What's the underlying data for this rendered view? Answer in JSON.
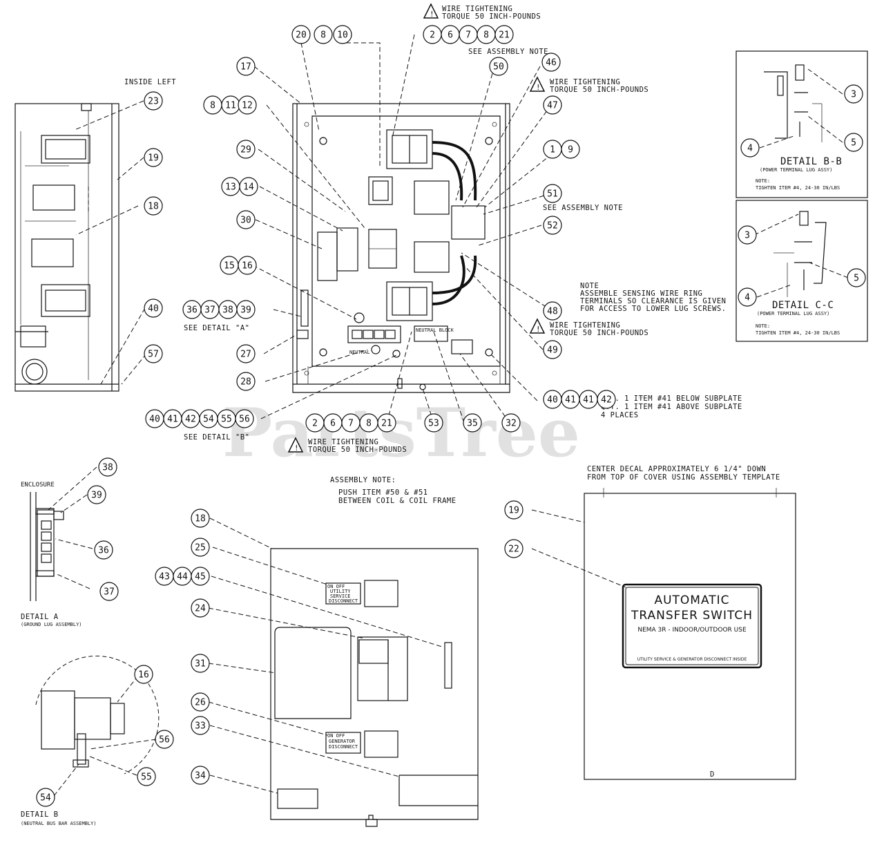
{
  "watermark": {
    "text": "PartsTree",
    "tm": "™"
  },
  "notes": {
    "wire_torque_top_1": "WIRE TIGHTENING",
    "wire_torque_top_2": "TORQUE 50 INCH-POUNDS",
    "see_assembly_note_top": "SEE ASSEMBLY NOTE",
    "wire_torque_right_1": "WIRE TIGHTENING",
    "wire_torque_right_2": "TORQUE 50 INCH-POUNDS",
    "see_assembly_note_mid": "SEE ASSEMBLY NOTE",
    "sense_note_1": "NOTE",
    "sense_note_2": "ASSEMBLE SENSING WIRE RING",
    "sense_note_3": "TERMINALS SO CLEARANCE IS GIVEN",
    "sense_note_4": "FOR ACCESS TO LOWER LUG SCREWS.",
    "wire_torque_low_1": "WIRE TIGHTENING",
    "wire_torque_low_2": "TORQUE 50 INCH-POUNDS",
    "wire_torque_bottom_1": "WIRE TIGHTENING",
    "wire_torque_bottom_2": "TORQUE 50 INCH-POUNDS",
    "qty_1": "QTY. 1 ITEM #41 BELOW SUBPLATE",
    "qty_2": "QTY. 1 ITEM #41 ABOVE SUBPLATE",
    "qty_3": "4 PLACES",
    "see_detail_a": "SEE DETAIL \"A\"",
    "see_detail_b": "SEE DETAIL \"B\"",
    "inside_left": "INSIDE LEFT",
    "enclosure": "ENCLOSURE",
    "assembly_note_title": "ASSEMBLY NOTE:",
    "assembly_note_1": "PUSH ITEM #50 & #51",
    "assembly_note_2": "BETWEEN COIL & COIL FRAME",
    "center_decal_1": "CENTER DECAL APPROXIMATELY 6 1/4\" DOWN",
    "center_decal_2": "FROM TOP OF COVER USING ASSEMBLY TEMPLATE",
    "detail_a_title": "DETAIL A",
    "detail_a_sub": "(GROUND LUG ASSEMBLY)",
    "detail_b_title": "DETAIL B",
    "detail_b_sub": "(NEUTRAL BUS BAR ASSEMBLY)",
    "detail_bb_title": "DETAIL B-B",
    "detail_bb_sub": "(POWER TERMINAL LUG ASSY)",
    "detail_bb_note_1": "NOTE:",
    "detail_bb_note_2": "TIGHTEN ITEM #4, 24-30 IN/LBS",
    "detail_cc_title": "DETAIL C-C",
    "detail_cc_sub": "(POWER TERMINAL LUG ASSY)",
    "detail_cc_note_1": "NOTE:",
    "detail_cc_note_2": "TIGHTEN ITEM #4, 24-30 IN/LBS",
    "neutral_label": "NEUTRAL",
    "neutral_block": "NEUTRAL BLOCK",
    "cover_letter": "D"
  },
  "decal": {
    "title_1": "AUTOMATIC",
    "title_2": "TRANSFER SWITCH",
    "subtitle": "NEMA 3R - INDOOR/OUTDOOR USE",
    "footer": "UTILITY SERVICE & GENERATOR DISCONNECT INSIDE"
  },
  "utility_label": {
    "l1": "ON     OFF",
    "l2": "UTILITY",
    "l3": "SERVICE",
    "l4": "DISCONNECT"
  },
  "generator_label": {
    "l1": "ON     OFF",
    "l2": "GENERATOR",
    "l3": "DISCONNECT"
  },
  "callouts": [
    {
      "id": "b20",
      "label": "20"
    },
    {
      "id": "b8_10",
      "label": "8"
    },
    {
      "id": "b10",
      "label": "10"
    },
    {
      "id": "b2a",
      "label": "2"
    },
    {
      "id": "b6a",
      "label": "6"
    },
    {
      "id": "b7a",
      "label": "7"
    },
    {
      "id": "b8a",
      "label": "8"
    },
    {
      "id": "b21a",
      "label": "21"
    },
    {
      "id": "b50",
      "label": "50"
    },
    {
      "id": "b46",
      "label": "46"
    },
    {
      "id": "b17",
      "label": "17"
    },
    {
      "id": "b8b",
      "label": "8"
    },
    {
      "id": "b11",
      "label": "11"
    },
    {
      "id": "b12",
      "label": "12"
    },
    {
      "id": "b47",
      "label": "47"
    },
    {
      "id": "b29",
      "label": "29"
    },
    {
      "id": "b1",
      "label": "1"
    },
    {
      "id": "b9",
      "label": "9"
    },
    {
      "id": "b13",
      "label": "13"
    },
    {
      "id": "b14",
      "label": "14"
    },
    {
      "id": "b51",
      "label": "51"
    },
    {
      "id": "b30",
      "label": "30"
    },
    {
      "id": "b52",
      "label": "52"
    },
    {
      "id": "b15",
      "label": "15"
    },
    {
      "id": "b16",
      "label": "16"
    },
    {
      "id": "b36",
      "label": "36"
    },
    {
      "id": "b37",
      "label": "37"
    },
    {
      "id": "b38",
      "label": "38"
    },
    {
      "id": "b39",
      "label": "39"
    },
    {
      "id": "b48",
      "label": "48"
    },
    {
      "id": "b27",
      "label": "27"
    },
    {
      "id": "b49",
      "label": "49"
    },
    {
      "id": "b28",
      "label": "28"
    },
    {
      "id": "b40a",
      "label": "40"
    },
    {
      "id": "b41a",
      "label": "41"
    },
    {
      "id": "b41b",
      "label": "41"
    },
    {
      "id": "b42a",
      "label": "42"
    },
    {
      "id": "b40b",
      "label": "40"
    },
    {
      "id": "b41c",
      "label": "41"
    },
    {
      "id": "b42b",
      "label": "42"
    },
    {
      "id": "b54a",
      "label": "54"
    },
    {
      "id": "b55a",
      "label": "55"
    },
    {
      "id": "b56a",
      "label": "56"
    },
    {
      "id": "b2b",
      "label": "2"
    },
    {
      "id": "b6b",
      "label": "6"
    },
    {
      "id": "b7b",
      "label": "7"
    },
    {
      "id": "b8c",
      "label": "8"
    },
    {
      "id": "b21b",
      "label": "21"
    },
    {
      "id": "b53",
      "label": "53"
    },
    {
      "id": "b35",
      "label": "35"
    },
    {
      "id": "b32",
      "label": "32"
    },
    {
      "id": "b23",
      "label": "23"
    },
    {
      "id": "b19a",
      "label": "19"
    },
    {
      "id": "b18a",
      "label": "18"
    },
    {
      "id": "b40c",
      "label": "40"
    },
    {
      "id": "b57",
      "label": "57"
    },
    {
      "id": "b3a",
      "label": "3"
    },
    {
      "id": "b5a",
      "label": "5"
    },
    {
      "id": "b4a",
      "label": "4"
    },
    {
      "id": "b3b",
      "label": "3"
    },
    {
      "id": "b5b",
      "label": "5"
    },
    {
      "id": "b4b",
      "label": "4"
    },
    {
      "id": "b38b",
      "label": "38"
    },
    {
      "id": "b39b",
      "label": "39"
    },
    {
      "id": "b36b",
      "label": "36"
    },
    {
      "id": "b37b",
      "label": "37"
    },
    {
      "id": "b18b",
      "label": "18"
    },
    {
      "id": "b25",
      "label": "25"
    },
    {
      "id": "b43",
      "label": "43"
    },
    {
      "id": "b44",
      "label": "44"
    },
    {
      "id": "b45",
      "label": "45"
    },
    {
      "id": "b24",
      "label": "24"
    },
    {
      "id": "b31",
      "label": "31"
    },
    {
      "id": "b26",
      "label": "26"
    },
    {
      "id": "b33",
      "label": "33"
    },
    {
      "id": "b34",
      "label": "34"
    },
    {
      "id": "b19b",
      "label": "19"
    },
    {
      "id": "b22",
      "label": "22"
    },
    {
      "id": "b16b",
      "label": "16"
    },
    {
      "id": "b56b",
      "label": "56"
    },
    {
      "id": "b55b",
      "label": "55"
    },
    {
      "id": "b54b",
      "label": "54"
    }
  ]
}
